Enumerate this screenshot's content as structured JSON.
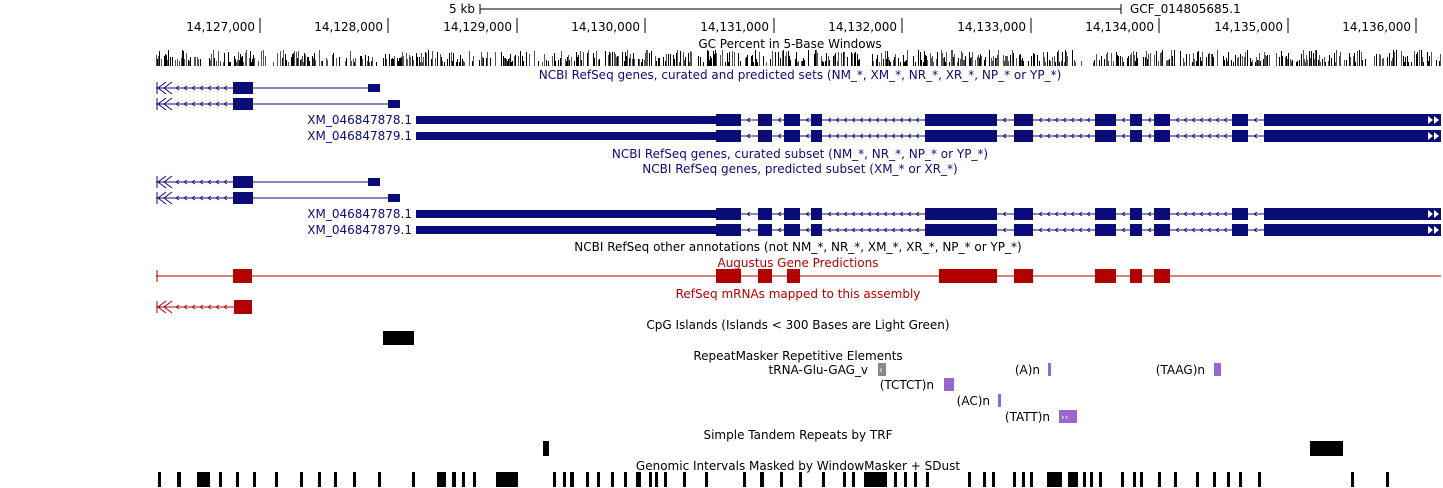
{
  "ruler": {
    "scale_label": "5 kb",
    "assembly": "GCF_014805685.1",
    "ticks": [
      "14,127,000",
      "14,128,000",
      "14,129,000",
      "14,130,000",
      "14,131,000",
      "14,132,000",
      "14,133,000",
      "14,134,000",
      "14,135,000",
      "14,136,000"
    ]
  },
  "tracks": {
    "gc": "GC Percent in 5-Base Windows",
    "refseq_all": "NCBI RefSeq genes, curated and predicted sets (NM_*, XM_*, NR_*, XR_*, NP_* or YP_*)",
    "refseq_curated": "NCBI RefSeq genes, curated subset (NM_*, NR_*, NP_* or YP_*)",
    "refseq_predicted": "NCBI RefSeq genes, predicted subset (XM_* or XR_*)",
    "refseq_other": "NCBI RefSeq other annotations (not NM_*, NR_*, XM_*, XR_*, NP_* or YP_*)",
    "augustus": "Augustus Gene Predictions",
    "mrna": "RefSeq mRNAs mapped to this assembly",
    "cpg": "CpG Islands (Islands < 300 Bases are Light Green)",
    "rmsk": "RepeatMasker Repetitive Elements",
    "trf": "Simple Tandem Repeats by TRF",
    "windowmasker": "Genomic Intervals Masked by WindowMasker + SDust"
  },
  "genes": {
    "gene1": "XM_046847878.1",
    "gene2": "XM_046847879.1"
  },
  "repeats": {
    "r1": "tRNA-Glu-GAG_v",
    "r2": "(TCTCT)n",
    "r3": "(A)n",
    "r4": "(TAAG)n",
    "r5": "(AC)n",
    "r6": "(TATT)n"
  },
  "colors": {
    "refseq": "#0c0c78",
    "augustus": "#b20000",
    "repeat": "#9966cc",
    "black": "#000000"
  }
}
